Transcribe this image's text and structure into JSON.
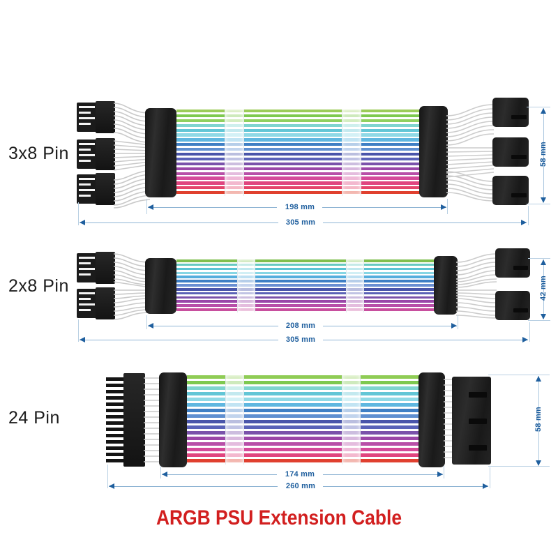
{
  "title": "ARGB PSU Extension Cable",
  "title_color": "#d21f1f",
  "background_color": "#ffffff",
  "dimension_color": "#1f5f9e",
  "rows": [
    {
      "id": "row-3x8",
      "label": "3x8 Pin",
      "inner_length": "198 mm",
      "total_length": "305 mm",
      "height": "58 mm",
      "connector_count": 3,
      "connector_type": "8-pin"
    },
    {
      "id": "row-2x8",
      "label": "2x8 Pin",
      "inner_length": "208 mm",
      "total_length": "305 mm",
      "height": "42 mm",
      "connector_count": 2,
      "connector_type": "8-pin"
    },
    {
      "id": "row-24",
      "label": "24 Pin",
      "inner_length": "174 mm",
      "total_length": "260 mm",
      "height": "58 mm",
      "connector_count": 1,
      "connector_type": "24-pin"
    }
  ],
  "ribbon_colors": [
    "#9ccc5a",
    "#7ec94f",
    "#8fd05e",
    "#7fd4cf",
    "#62c6d6",
    "#8fd9e6",
    "#5fb7e0",
    "#3f7fc4",
    "#5e8fd0",
    "#4a55aa",
    "#5a62b8",
    "#7a52ab",
    "#9a47a8",
    "#b84fa8",
    "#d44a9a",
    "#e0457f",
    "#e4446b",
    "#e0402f"
  ],
  "ribbon_colors_2x8": [
    "#7fbf4e",
    "#66c9c2",
    "#59c3d3",
    "#86d6e4",
    "#55aedd",
    "#3f7fc4",
    "#6a8fd2",
    "#4a55aa",
    "#5b63b7",
    "#7a52ab",
    "#9a47a8",
    "#b84fa8",
    "#c84f9e"
  ],
  "ribbon_colors_24": [
    "#8fcc55",
    "#7ec94f",
    "#7fd4cf",
    "#62c6d6",
    "#8fd9e6",
    "#5fb7e0",
    "#3f7fc4",
    "#5e8fd0",
    "#4a55aa",
    "#5a62b8",
    "#7a52ab",
    "#9a47a8",
    "#b84fa8",
    "#d44a9a",
    "#e0457f",
    "#e0402f"
  ]
}
